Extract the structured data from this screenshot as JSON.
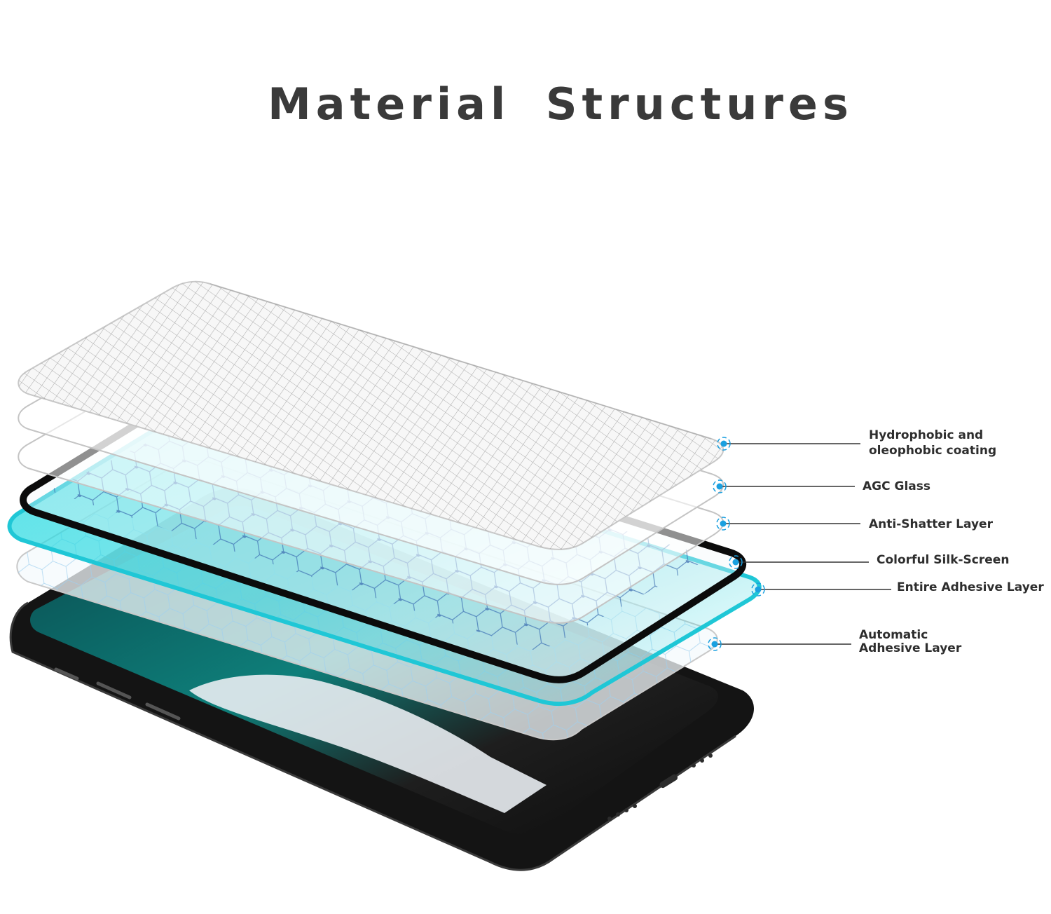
{
  "title": "Material  Structures",
  "layers": [
    {
      "id": "coating",
      "lines": [
        "Hydrophobic and",
        "oleophobic coating"
      ]
    },
    {
      "id": "glass",
      "lines": [
        "AGC Glass"
      ]
    },
    {
      "id": "antishatter",
      "lines": [
        "Anti-Shatter Layer"
      ]
    },
    {
      "id": "silkscreen",
      "lines": [
        "Colorful Silk-Screen"
      ]
    },
    {
      "id": "entire-adhesive",
      "lines": [
        "Entire Adhesive Layer"
      ]
    },
    {
      "id": "auto-adhesive",
      "lines": [
        "Automatic",
        "Adhesive Layer"
      ]
    }
  ],
  "colors": {
    "title": "#3a3a3a",
    "label": "#2e2e2e",
    "accent": "#1aa0e0",
    "cyan-layer": "#28d6df",
    "frame": "#0b0b0b"
  }
}
